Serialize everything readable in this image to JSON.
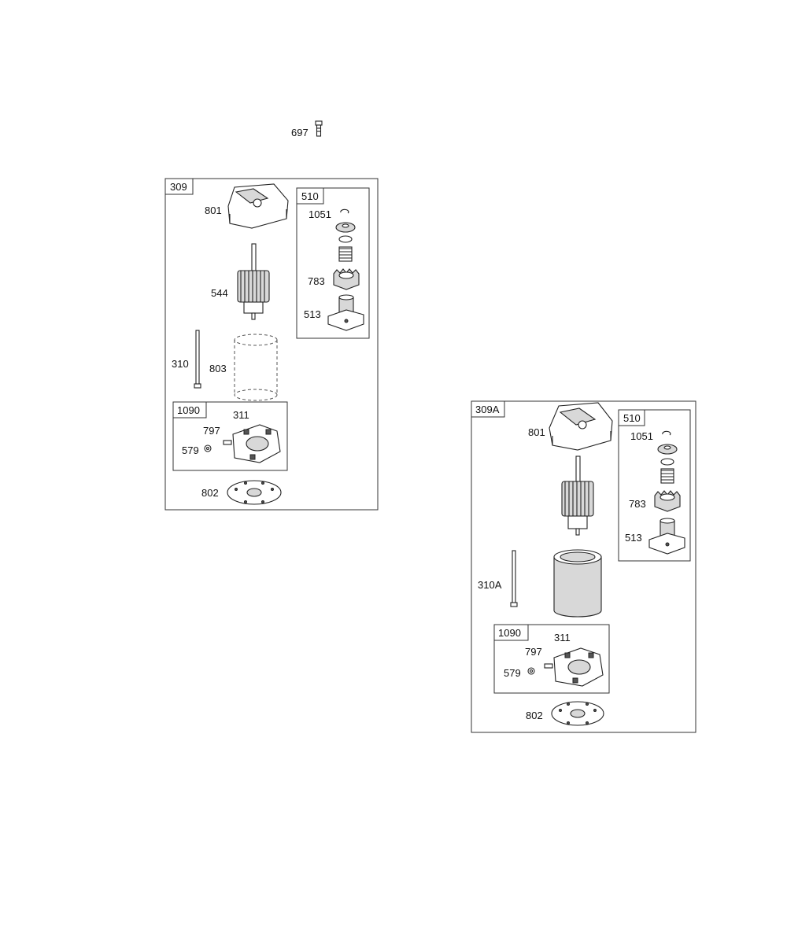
{
  "standalone_part": {
    "label": "697"
  },
  "assemblies": [
    {
      "id": "309",
      "title": "309",
      "subassemblies": [
        {
          "title": "510",
          "parts": [
            "1051",
            "783",
            "513"
          ]
        },
        {
          "title": "1090",
          "parts": [
            "311",
            "797",
            "579"
          ]
        }
      ],
      "parts": [
        "801",
        "544",
        "310",
        "803",
        "802"
      ]
    },
    {
      "id": "309A",
      "title": "309A",
      "subassemblies": [
        {
          "title": "510",
          "parts": [
            "1051",
            "783",
            "513"
          ]
        },
        {
          "title": "1090",
          "parts": [
            "311",
            "797",
            "579"
          ]
        }
      ],
      "parts": [
        "801",
        "310A",
        "802"
      ]
    }
  ]
}
